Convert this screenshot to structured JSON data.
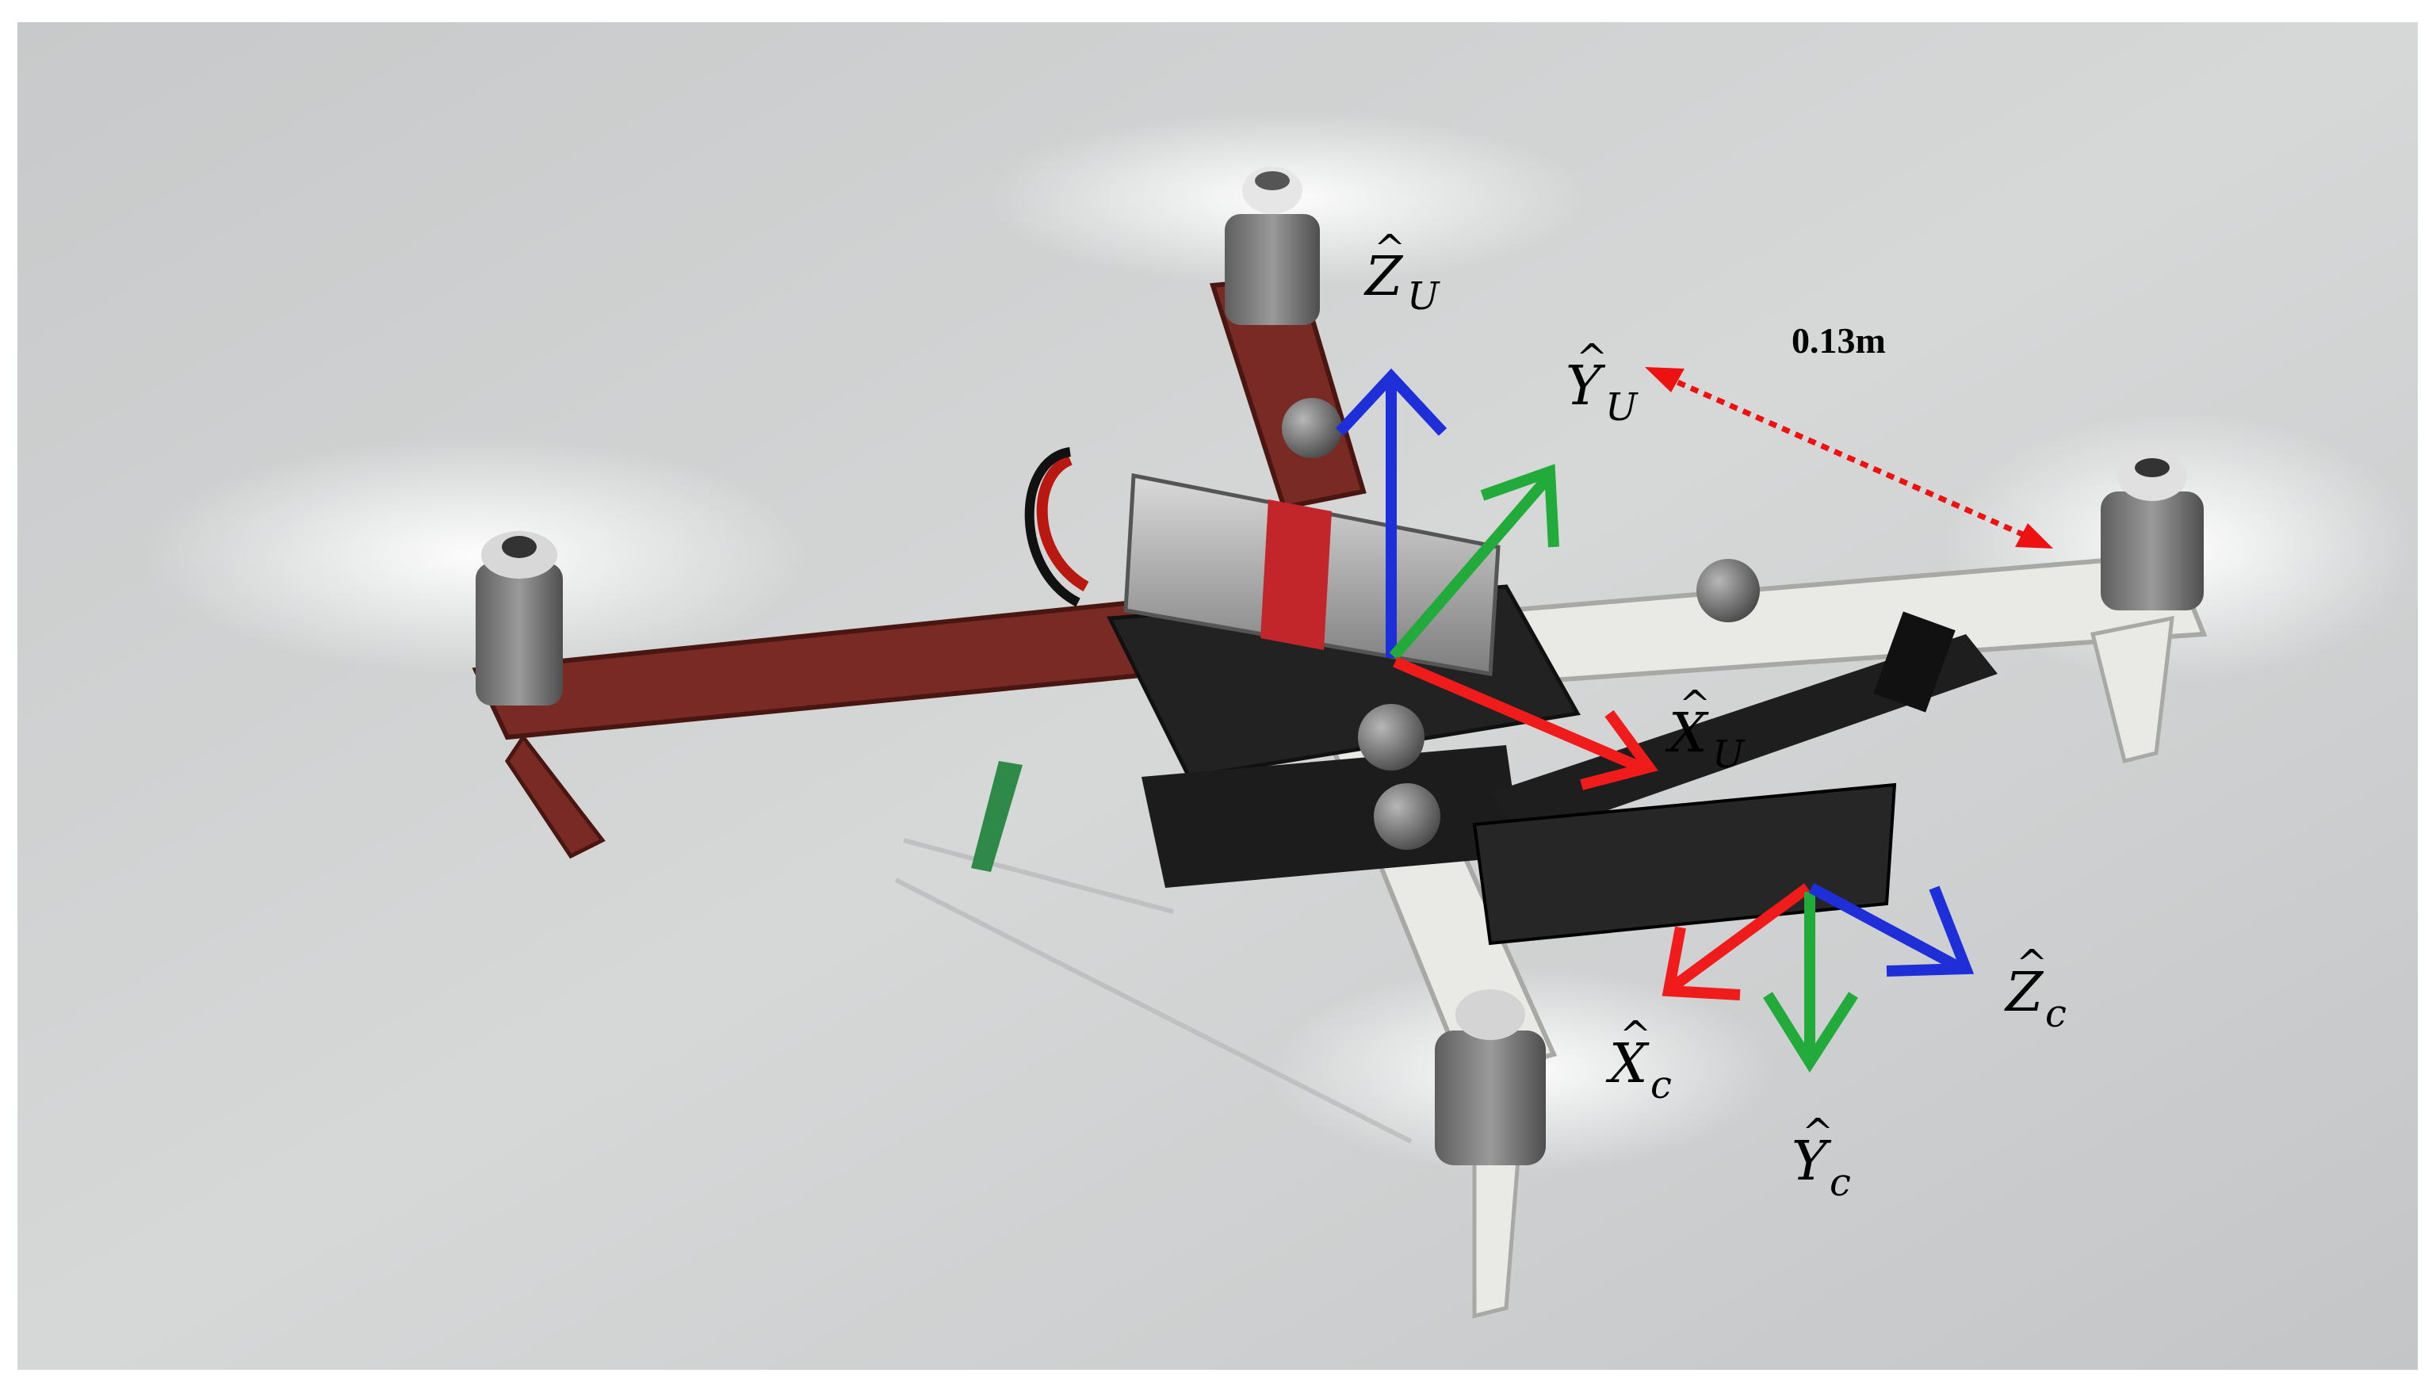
{
  "figure": {
    "distance_label": "0.13m",
    "uav_frame": {
      "z_axis": {
        "base": "Z",
        "hat": "^",
        "sub": "U"
      },
      "y_axis": {
        "base": "Y",
        "hat": "^",
        "sub": "U"
      },
      "x_axis": {
        "base": "X",
        "hat": "^",
        "sub": "U"
      }
    },
    "camera_frame": {
      "x_axis": {
        "base": "X",
        "hat": "^",
        "sub": "c"
      },
      "y_axis": {
        "base": "Y",
        "hat": "^",
        "sub": "c"
      },
      "z_axis": {
        "base": "Z",
        "hat": "^",
        "sub": "c"
      }
    },
    "colors": {
      "x_axis": "#f01c1c",
      "y_axis": "#22aa3a",
      "z_axis": "#1f2fd8",
      "distance_arrow": "#ee1111",
      "arm_front": "#7a2a24",
      "arm_rear": "#e9e9e6",
      "ground": "#cfd1d1"
    }
  }
}
